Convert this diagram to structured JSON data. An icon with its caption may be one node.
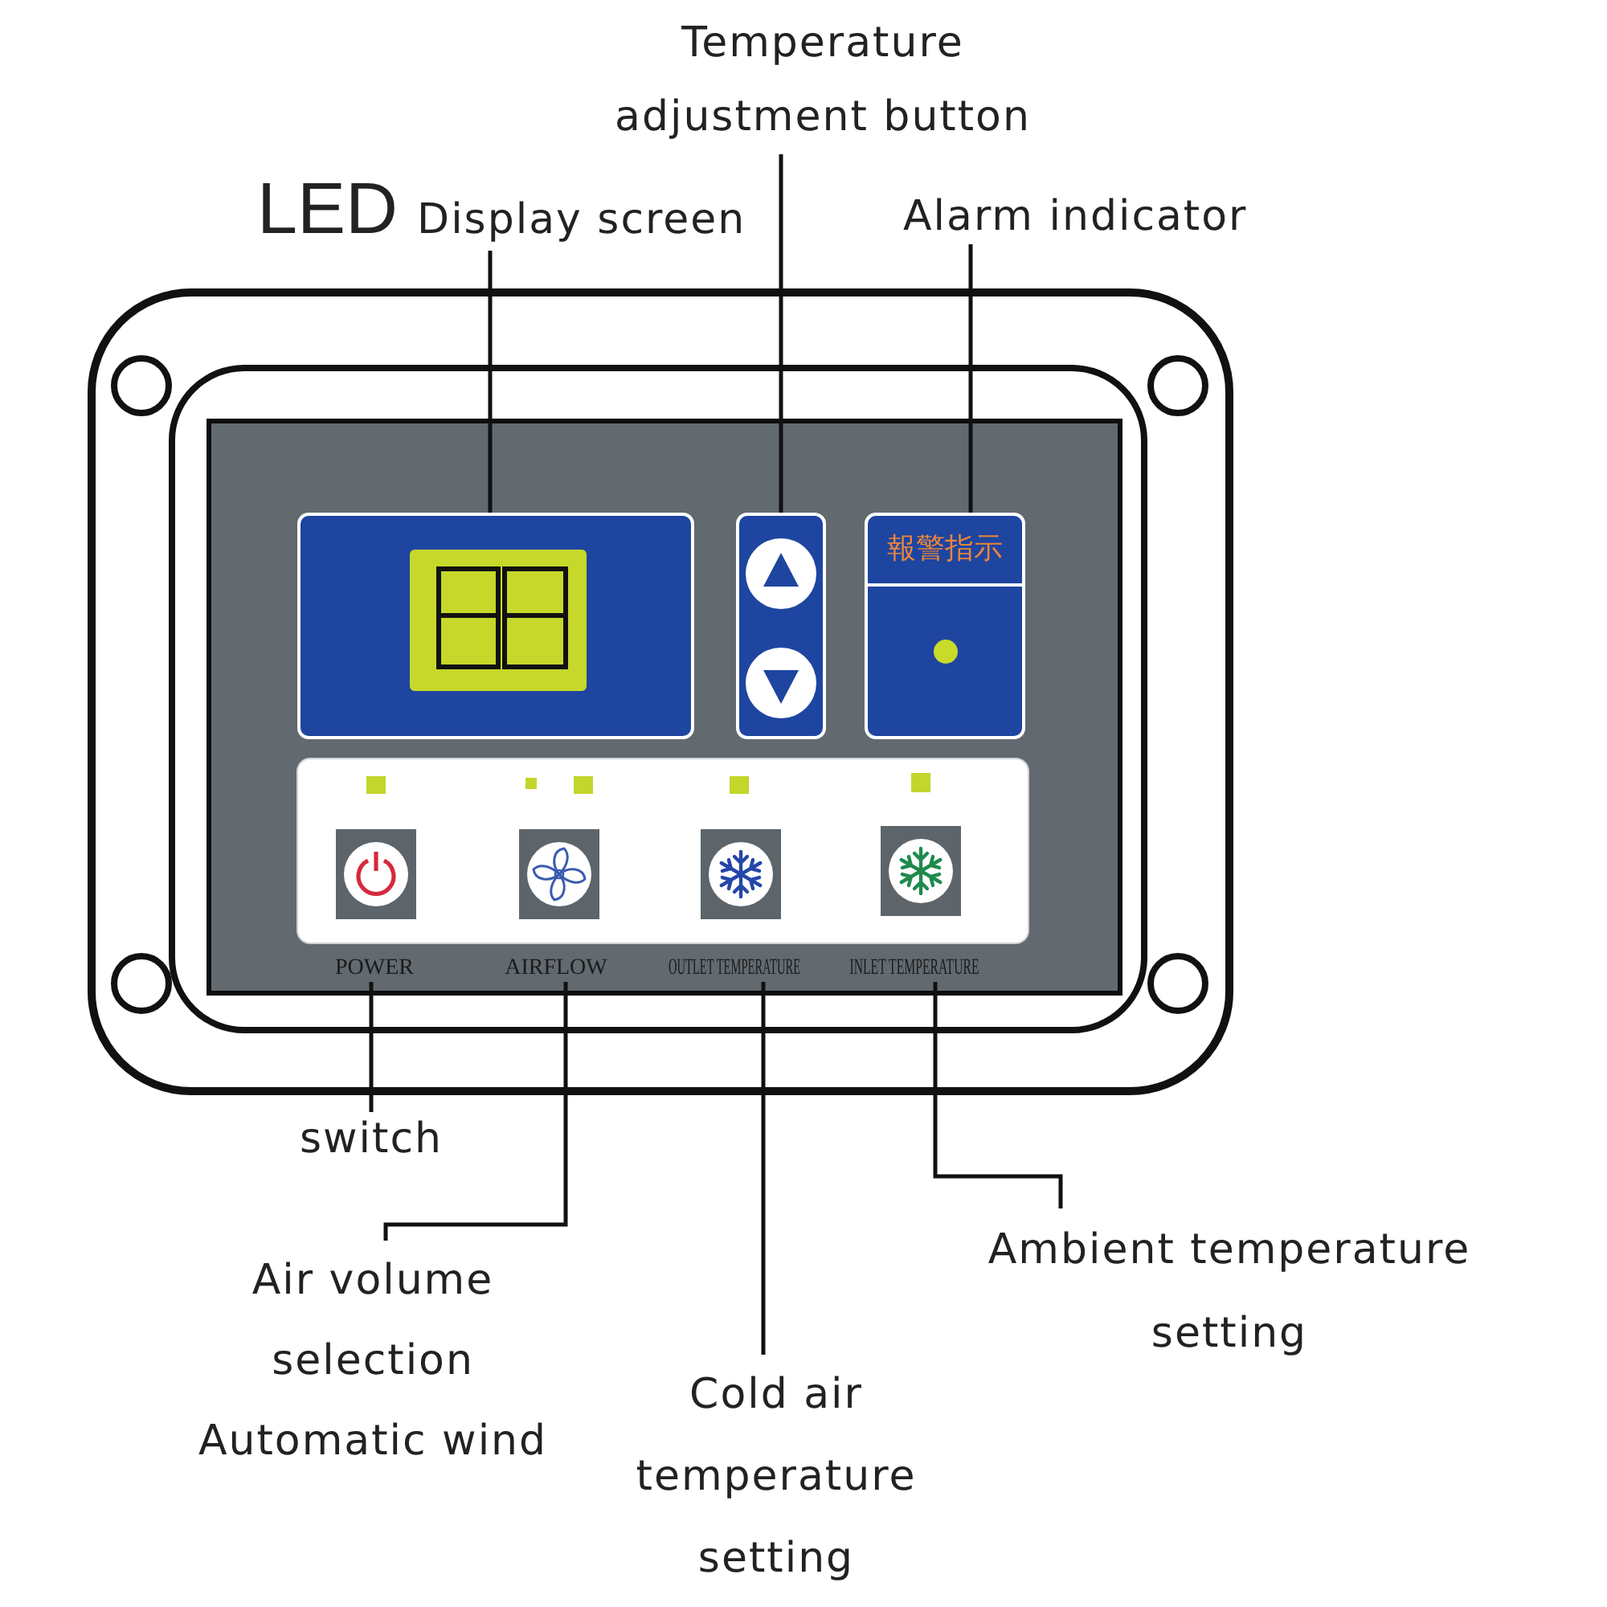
{
  "diagram": {
    "nodes": [
      {
        "text": [
          "Temperature adjustment button"
        ]
      },
      {
        "text": [
          "LED",
          "Display screen"
        ]
      },
      {
        "text": [
          "Alarm indicator"
        ]
      },
      {
        "text": [],
        "shape": "box"
      },
      {
        "text": [],
        "shape": "box"
      },
      {
        "text": [
          "報警指示"
        ]
      },
      {
        "text": [
          "POWER"
        ]
      },
      {
        "text": [
          "AIRFLOW"
        ]
      },
      {
        "text": [
          "OUTLET TEMPERATURE"
        ]
      },
      {
        "text": [
          "INLET TEMPERATURE"
        ]
      },
      {
        "text": [
          "switch"
        ]
      },
      {
        "text": [
          "Air volume selection",
          "Automatic wind"
        ]
      },
      {
        "text": [
          "Cold air temperature setting"
        ]
      },
      {
        "text": [
          "Ambient temperature setting"
        ]
      }
    ],
    "edges": [
      {
        "from": 1,
        "to": 3,
        "arrow": "none"
      },
      {
        "from": 0,
        "to": 4,
        "arrow": "none"
      },
      {
        "from": 2,
        "to": 5,
        "arrow": "none"
      },
      {
        "from": 10,
        "to": 6,
        "arrow": "none"
      },
      {
        "from": 11,
        "to": 7,
        "arrow": "none"
      },
      {
        "from": 12,
        "to": 8,
        "arrow": "none"
      },
      {
        "from": 13,
        "to": 9,
        "arrow": "none"
      }
    ]
  }
}
